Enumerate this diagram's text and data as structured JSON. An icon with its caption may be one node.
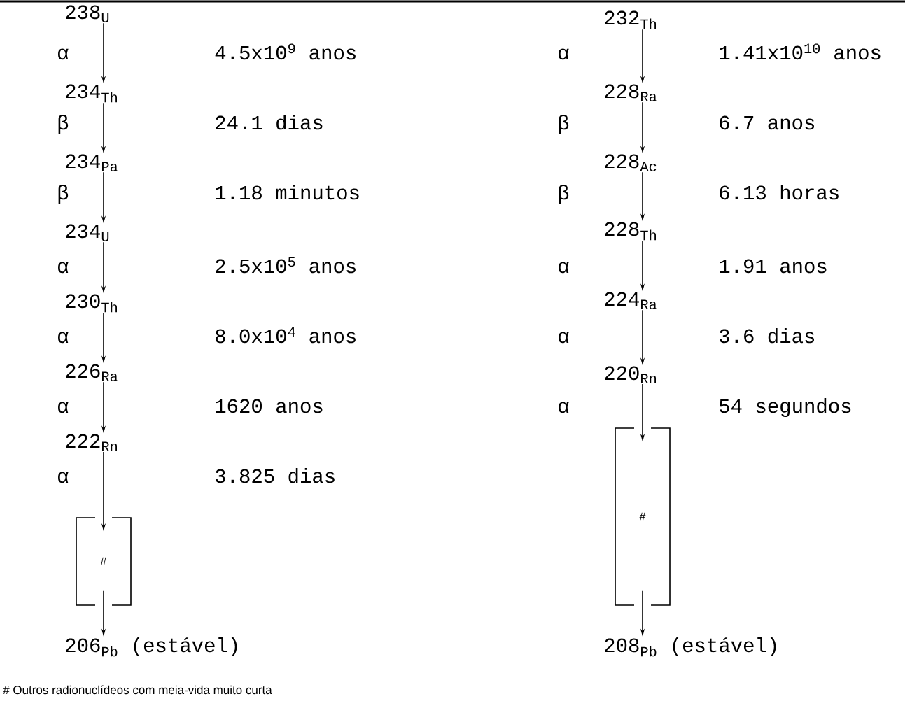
{
  "diagram": {
    "nodes": [
      {
        "text": [
          "238$_{U}$"
        ]
      },
      {
        "text": [
          "234$_{Th}$"
        ]
      },
      {
        "text": [
          "234$_{Pa}$"
        ]
      },
      {
        "text": [
          "234$_{U}$"
        ]
      },
      {
        "text": [
          "230$_{Th}$"
        ]
      },
      {
        "text": [
          "226$_{Ra}$"
        ]
      },
      {
        "text": [
          "222$_{Rn}$"
        ]
      },
      {
        "text": [
          "#"
        ]
      },
      {
        "text": [
          "206$_{Pb}$ (estável)"
        ]
      },
      {
        "text": [
          "232$_{Th}$"
        ]
      },
      {
        "text": [
          "228$_{Ra}$"
        ]
      },
      {
        "text": [
          "228$_{Ac}$"
        ]
      },
      {
        "text": [
          "228$_{Th}$"
        ]
      },
      {
        "text": [
          "224$_{Ra}$"
        ]
      },
      {
        "text": [
          "220$_{Rn}$"
        ]
      },
      {
        "text": [
          "#"
        ]
      },
      {
        "text": [
          "208$_{Pb}$ (estável)"
        ]
      }
    ],
    "edges": [
      {
        "from": 0,
        "to": 1,
        "arrow": "to"
      },
      {
        "from": 1,
        "to": 2,
        "arrow": "to"
      },
      {
        "from": 2,
        "to": 3,
        "arrow": "to"
      },
      {
        "from": 3,
        "to": 4,
        "arrow": "to"
      },
      {
        "from": 4,
        "to": 5,
        "arrow": "to"
      },
      {
        "from": 5,
        "to": 6,
        "arrow": "to"
      },
      {
        "from": 6,
        "to": 7,
        "arrow": "to"
      },
      {
        "from": 7,
        "to": 8,
        "arrow": "to"
      },
      {
        "from": 9,
        "to": 10,
        "arrow": "to"
      },
      {
        "from": 10,
        "to": 11,
        "arrow": "to"
      },
      {
        "from": 11,
        "to": 12,
        "arrow": "to"
      },
      {
        "from": 12,
        "to": 13,
        "arrow": "to"
      },
      {
        "from": 13,
        "to": 14,
        "arrow": "to"
      },
      {
        "from": 14,
        "to": 15,
        "arrow": "to"
      },
      {
        "from": 15,
        "to": 16,
        "arrow": "to"
      }
    ],
    "labels": [
      "α",
      "4.5x10$^{9}$ anos",
      "α",
      "1.41x10$^{10}$ anos",
      "β",
      "24.1 dias",
      "β",
      "6.7 anos",
      "β",
      "1.18 minutos",
      "β",
      "6.13 horas",
      "α",
      "2.5x10$^{5}$ anos",
      "α",
      "1.91 anos",
      "α",
      "8.0x10$^{4}$ anos",
      "α",
      "3.6 dias",
      "α",
      "1620 anos",
      "α",
      "54 segundos",
      "α",
      "3.825 dias",
      "# Outros radionuclídeos com meia-vida muito curta"
    ]
  }
}
